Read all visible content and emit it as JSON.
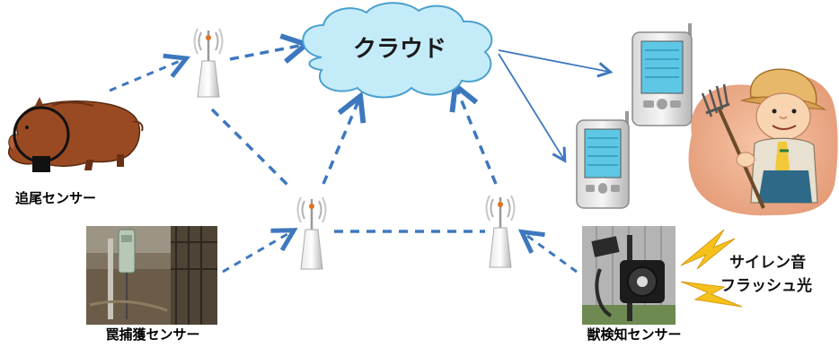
{
  "cloud": {
    "label": "クラウド"
  },
  "labels": {
    "tracking": "追尾センサー",
    "trap": "罠捕獲センサー",
    "detector": "獣検知センサー",
    "siren": "サイレン音",
    "flash": "フラッシュ光"
  },
  "colors": {
    "arrow": "#3d78bf",
    "cloud_fill": "#c4ecf8",
    "cloud_stroke": "#4aa0d0",
    "lightning": "#f4c21b",
    "boar": "#9a4a22",
    "screen": "#5fc7e6"
  },
  "icons": [
    "antenna-tower-icon",
    "cloud-icon",
    "pda-device-icon",
    "boar-icon",
    "farmer-icon",
    "lightning-icon",
    "trap-sensor-photo",
    "detector-photo"
  ]
}
